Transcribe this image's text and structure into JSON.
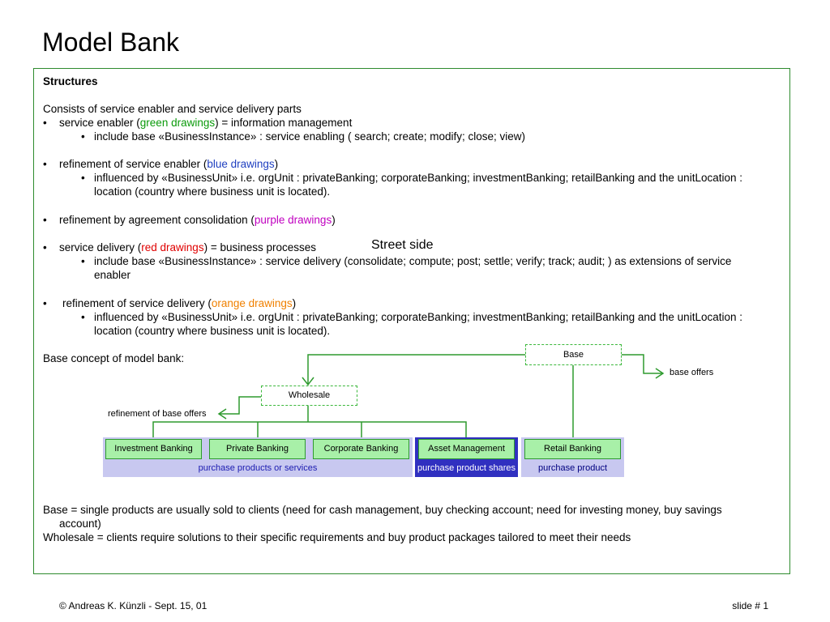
{
  "title": "Model Bank",
  "heading": "Structures",
  "intro": "Consists of service enabler and service delivery parts",
  "bullets": {
    "b1_pre": "service enabler (",
    "b1_color": "green drawings",
    "b1_post": ") = information management",
    "b1_sub": "include base «BusinessInstance» : service enabling ( search; create; modify; close; view)",
    "b2_pre": "refinement of service enabler (",
    "b2_color": "blue drawings",
    "b2_post": ")",
    "b2_sub1": "influenced by «BusinessUnit» i.e. orgUnit : privateBanking; corporateBanking; investmentBanking; retailBanking and the unitLocation :",
    "b2_sub2": "location (country where business unit is located).",
    "b3_pre": "refinement by agreement consolidation (",
    "b3_color": "purple drawings",
    "b3_post": ")",
    "b4_pre": "service delivery (",
    "b4_color": "red drawings",
    "b4_post": ") = business processes",
    "b4_sub1": "include base «BusinessInstance» : service delivery (consolidate; compute; post; settle; verify; track; audit; ) as extensions of service",
    "b4_sub2": "enabler",
    "b5_pre": "refinement of service delivery  (",
    "b5_color": "orange drawings",
    "b5_post": ")",
    "b5_sub1": "influenced by «BusinessUnit» i.e. orgUnit : privateBanking; corporateBanking; investmentBanking; retailBanking and the unitLocation :",
    "b5_sub2": "location (country where business unit is located)."
  },
  "bullet_char": "•",
  "street_side": "Street side",
  "base_concept": "Base concept of model bank:",
  "diagram": {
    "base": "Base",
    "base_offers": "base offers",
    "wholesale": "Wholesale",
    "refinement": "refinement of base offers",
    "investment": "Investment Banking",
    "private": "Private Banking",
    "corporate": "Corporate Banking",
    "asset": "Asset Management",
    "retail": "Retail Banking",
    "band1": "purchase products or services",
    "band2": "purchase product shares",
    "band3": "purchase product"
  },
  "notes": {
    "base_line1": "Base = single products are usually sold to clients (need for cash management, buy checking account; need for investing money, buy savings",
    "base_line2": "account)",
    "wholesale_line": "Wholesale = clients require solutions to their specific requirements and buy product packages tailored to meet their needs"
  },
  "footer": {
    "left": "© Andreas K. Künzli - Sept. 15, 01",
    "right": "slide # 1"
  },
  "colors": {
    "frame": "#2e8b2e",
    "green_box": "#a8f0a8",
    "band_light": "#c8c8f0",
    "band_dark": "#3030c0",
    "line": "#2e9a2e"
  }
}
